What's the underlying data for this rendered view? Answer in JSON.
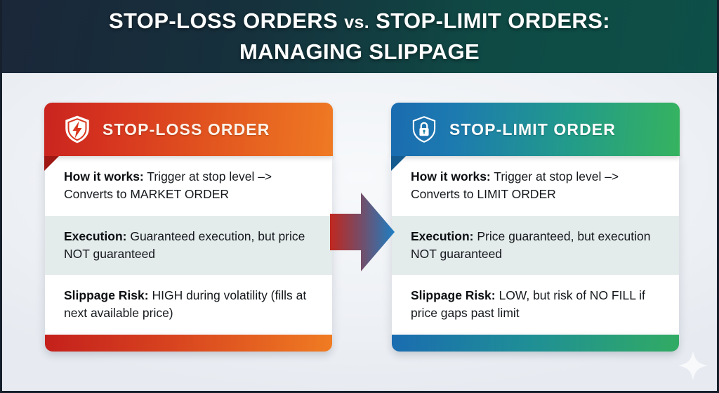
{
  "banner": {
    "title_line1_a": "STOP-LOSS ORDERS ",
    "title_line1_vs": "vs.",
    "title_line1_b": " STOP-LIMIT ORDERS:",
    "title_line2": "MANAGING SLIPPAGE"
  },
  "colors": {
    "banner_start": "#1a2739",
    "banner_end": "#0d5048",
    "left_accent_start": "#c9241f",
    "left_accent_end": "#ef7a23",
    "right_accent_start": "#1a6cb0",
    "right_accent_end": "#36b35f",
    "page_background": "#eef1f5",
    "row_alt_background": "#e4ebeb",
    "arrow_start": "#c0281f",
    "arrow_end": "#1d7fc4"
  },
  "left_card": {
    "icon": "shield-bolt-icon",
    "title": "STOP-LOSS ORDER",
    "rows": [
      {
        "label": "How it works:",
        "text": " Trigger at stop level –> Converts to MARKET ORDER"
      },
      {
        "label": "Execution:",
        "text": " Guaranteed execution, but price NOT guaranteed"
      },
      {
        "label": "Slippage Risk:",
        "text": " HIGH during volatility (fills at next available price)"
      }
    ]
  },
  "right_card": {
    "icon": "shield-lock-icon",
    "title": "STOP-LIMIT ORDER",
    "rows": [
      {
        "label": "How it works:",
        "text": " Trigger at stop level –> Converts to LIMIT ORDER"
      },
      {
        "label": "Execution:",
        "text": " Price guaranteed, but execution NOT guaranteed"
      },
      {
        "label": "Slippage Risk:",
        "text": " LOW, but risk of NO FILL if price gaps past limit"
      }
    ]
  },
  "decorations": {
    "arrow": "right-arrow-icon",
    "sparkle": "sparkle-icon"
  }
}
